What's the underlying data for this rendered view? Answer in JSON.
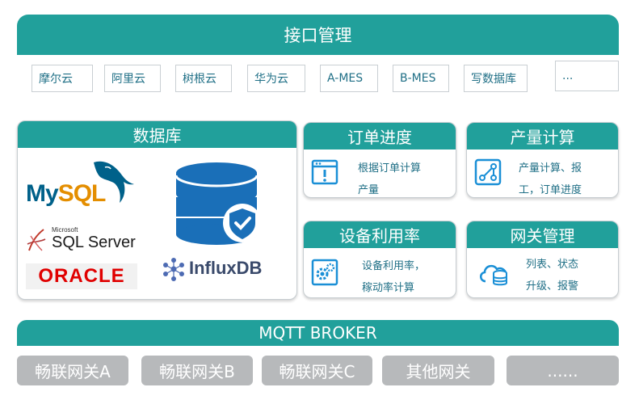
{
  "interface_management": {
    "title": "接口管理",
    "items": [
      "摩尔云",
      "阿里云",
      "树根云",
      "华为云",
      "A-MES",
      "B-MES",
      "写数据库",
      "..."
    ]
  },
  "database": {
    "title": "数据库",
    "logos": {
      "mysql": "MySQL",
      "mssql_small": "Microsoft",
      "mssql": "SQL Server",
      "oracle": "ORACLE",
      "influx": "InfluxDB"
    }
  },
  "order_progress": {
    "title": "订单进度",
    "desc": [
      "根据订单计算",
      "产量"
    ]
  },
  "production_calc": {
    "title": "产量计算",
    "desc": [
      "产量计算、报",
      "工，订单进度"
    ]
  },
  "equipment_util": {
    "title": "设备利用率",
    "desc": [
      "设备利用率，",
      "稼动率计算"
    ]
  },
  "gateway_mgmt": {
    "title": "网关管理",
    "desc": [
      "列表、状态",
      "升级、报警"
    ]
  },
  "mqtt_broker": {
    "title": "MQTT BROKER"
  },
  "gateways": [
    "畅联网关A",
    "畅联网关B",
    "畅联网关C",
    "其他网关",
    "......"
  ],
  "colors": {
    "teal": "#21a09b",
    "gray": "#b7b9bb",
    "mysql_blue": "#00618a",
    "mysql_orange": "#e48e00",
    "oracle_red": "#e00000",
    "db_blue": "#1a6fb8"
  }
}
